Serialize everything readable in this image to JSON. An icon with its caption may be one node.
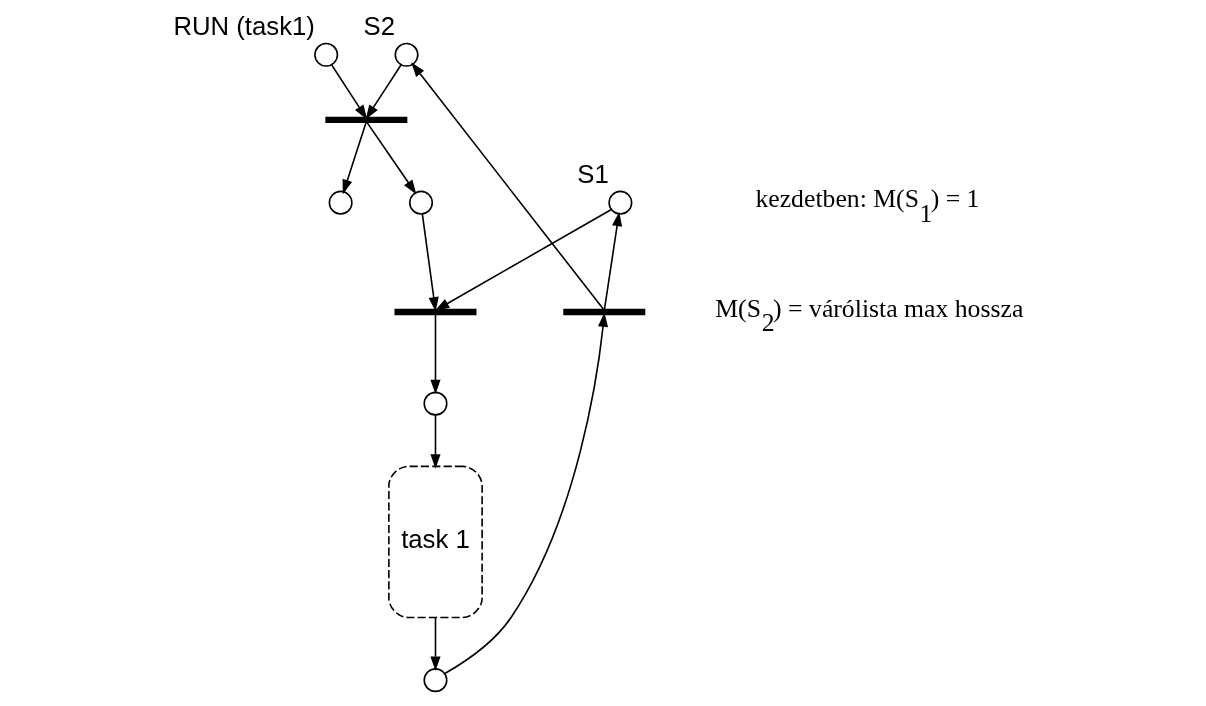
{
  "diagram": {
    "nodes": [
      {
        "text": [],
        "shape": "circle",
        "beside": [
          "RUN (task1)"
        ]
      },
      {
        "text": [],
        "shape": "circle",
        "beside": [
          "S2"
        ]
      },
      {
        "text": [],
        "shape": "bar"
      },
      {
        "text": [],
        "shape": "circle"
      },
      {
        "text": [],
        "shape": "circle"
      },
      {
        "text": [],
        "shape": "circle",
        "beside": [
          "S1"
        ]
      },
      {
        "text": [],
        "shape": "bar"
      },
      {
        "text": [],
        "shape": "bar"
      },
      {
        "text": [],
        "shape": "circle"
      },
      {
        "text": [
          "task 1"
        ]
      },
      {
        "text": [],
        "shape": "circle"
      }
    ],
    "edges": [
      {
        "from": 0,
        "to": 2,
        "arrow": "to"
      },
      {
        "from": 1,
        "to": 2,
        "arrow": "to"
      },
      {
        "from": 2,
        "to": 3,
        "arrow": "to"
      },
      {
        "from": 2,
        "to": 4,
        "arrow": "to"
      },
      {
        "from": 4,
        "to": 6,
        "arrow": "to"
      },
      {
        "from": 5,
        "to": 6,
        "arrow": "to"
      },
      {
        "from": 7,
        "to": 5,
        "arrow": "to"
      },
      {
        "from": 7,
        "to": 1,
        "arrow": "to"
      },
      {
        "from": 6,
        "to": 8,
        "arrow": "to"
      },
      {
        "from": 8,
        "to": 9,
        "arrow": "to"
      },
      {
        "from": 9,
        "to": 10,
        "arrow": "to"
      },
      {
        "from": 10,
        "to": 7,
        "arrow": "to"
      }
    ],
    "labels": [
      "kezdetben: M(S$_{1}$) = 1",
      "M(S$_{2}$) = várólista max hossza"
    ]
  }
}
